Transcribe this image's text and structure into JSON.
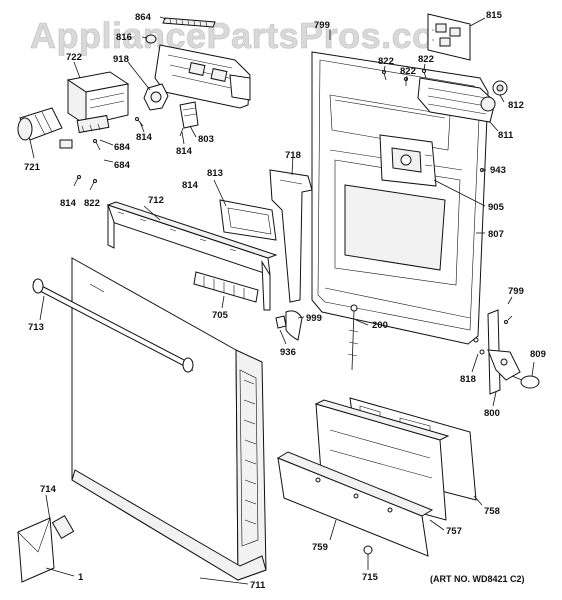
{
  "watermark": "AppliancePartsPros.com",
  "art_number": "(ART NO. WD8421 C2)",
  "callouts": {
    "c864": "864",
    "c816": "816",
    "c918": "918",
    "c722": "722",
    "c721": "721",
    "c814a": "814",
    "c814b": "814",
    "c814c": "814",
    "c814d": "814",
    "c803": "803",
    "c684a": "684",
    "c684b": "684",
    "c822a": "822",
    "c822b": "822",
    "c822c": "822",
    "c822d": "822",
    "c799a": "799",
    "c815": "815",
    "c812": "812",
    "c811": "811",
    "c943": "943",
    "c905": "905",
    "c807": "807",
    "c718": "718",
    "c813": "813",
    "c712": "712",
    "c705": "705",
    "c713": "713",
    "c999": "999",
    "c200": "200",
    "c936": "936",
    "c799b": "799",
    "c818": "818",
    "c809": "809",
    "c800": "800",
    "c714": "714",
    "c757": "757",
    "c758": "758",
    "c759": "759",
    "c715": "715",
    "c711": "711",
    "c1": "1"
  }
}
